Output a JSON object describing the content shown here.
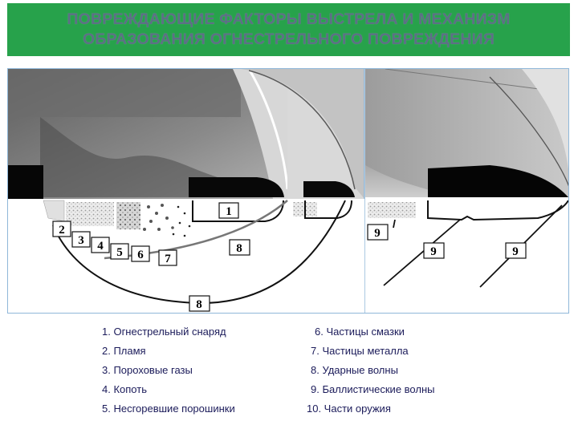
{
  "title": {
    "line1": "ПОВРЕЖДАЮЩИЕ ФАКТОРЫ ВЫСТРЕЛА И МЕХАНИЗМ",
    "line2": "ОБРАЗОВАНИЯ ОГНЕСТРЕЛЬНОГО ПОВРЕЖДЕНИЯ"
  },
  "callouts": {
    "c1": "1",
    "c2": "2",
    "c3": "3",
    "c4": "4",
    "c5": "5",
    "c6": "6",
    "c7": "7",
    "c8a": "8",
    "c8b": "8",
    "c9a": "9",
    "c9b": "9",
    "c9c": "9"
  },
  "legend": {
    "left": [
      "1. Огнестрельный снаряд",
      "2. Пламя",
      "3. Пороховые газы",
      "4. Копоть",
      "5. Несгоревшие порошинки"
    ],
    "right": [
      "6. Частицы смазки",
      "7. Частицы металла",
      "8. Ударные волны",
      "9. Баллистические волны",
      "10. Части оружия"
    ]
  },
  "colors": {
    "banner": "#27a24b",
    "title_text": "#5d6f86",
    "legend_text": "#1b1b5a",
    "frame_border": "#8fb7d9"
  }
}
